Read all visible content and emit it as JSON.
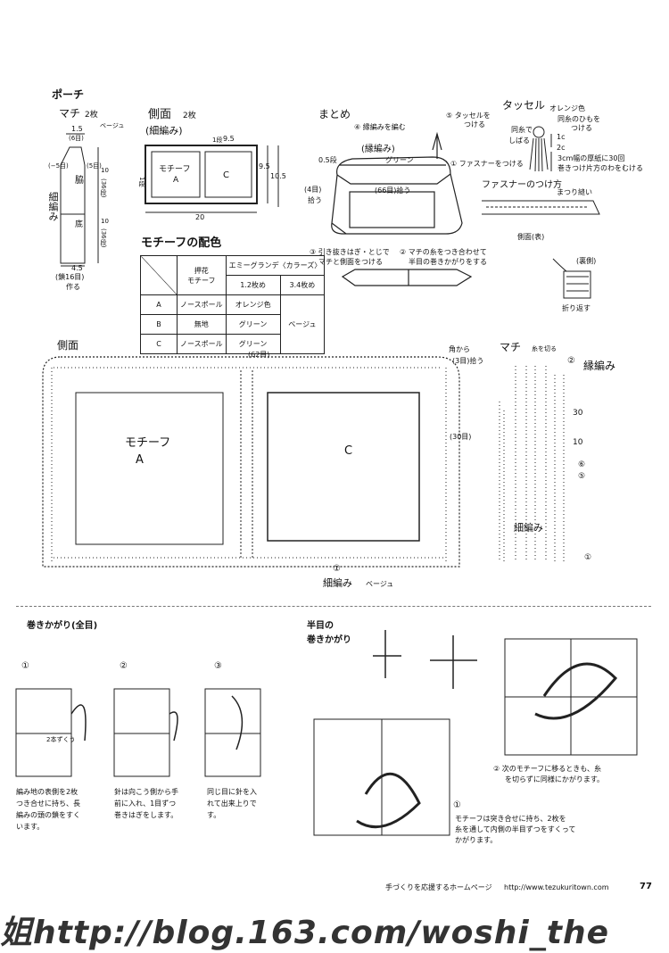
{
  "pouch": {
    "title": "ポーチ"
  },
  "gusset_small": {
    "title": "マチ",
    "count": "2枚",
    "color": "ベージュ",
    "dim_top": "1.5",
    "dim_top2": "(6目)",
    "dim_left": "(−5目)",
    "dim_right": "(5目)",
    "label1": "脇",
    "label2": "底",
    "side_label": "細編み",
    "dim_r1": "10",
    "dim_r1b": "(36段)",
    "dim_r2": "10",
    "dim_r2b": "(36段)",
    "dim_bottom": "4.5",
    "dim_bottom2": "(鎖16目)",
    "dim_bottom3": "作る"
  },
  "side_small": {
    "title": "側面",
    "count": "2枚",
    "sub": "(細編み)",
    "w1": "9.5",
    "h1": "9.5",
    "h2": "10.5",
    "motif_a": "モチーフ",
    "motif_a2": "A",
    "motif_c": "C",
    "w_total": "20",
    "r1": "1段",
    "r2": "1段"
  },
  "colors": {
    "title": "モチーフの配色",
    "head_a": "押花",
    "head_b": "モチーフ",
    "head_c": "エミーグランデ〈カラーズ〉",
    "head_c1": "1.2枚め",
    "head_c2": "3.4枚め",
    "rows": [
      {
        "k": "A",
        "v1": "ノースポール",
        "v2": "オレンジ色",
        "v3": ""
      },
      {
        "k": "B",
        "v1": "無地",
        "v2": "グリーン",
        "v3": "ベージュ"
      },
      {
        "k": "C",
        "v1": "ノースポール",
        "v2": "グリーン",
        "v3": ""
      }
    ]
  },
  "assembly": {
    "title": "まとめ",
    "n4": "④ 縁編みを編む",
    "n5": "⑤ タッセルを",
    "n5b": "つける",
    "fuchi": "(縁編み)",
    "green": "グリーン",
    "n1": "① ファスナーをつける",
    "d05": "0.5段",
    "d4": "(4目)",
    "d4b": "拾う",
    "d66": "(66目)拾う",
    "n3": "③ 引き抜きはぎ・とじで",
    "n3b": "マチと側面をつける",
    "n2": "② マチの糸をつき合わせて",
    "n2b": "半目の巻きかがりをする"
  },
  "tassel": {
    "title": "タッセル",
    "color": "オレンジ色",
    "l1": "同糸のひもを",
    "l1b": "つける",
    "l2": "同糸で",
    "l2b": "しばる",
    "d1": "1c",
    "d2": "2c",
    "l3": "3cm幅の厚紙に30回",
    "l3b": "巻きつけ片方のわをむける"
  },
  "zipper": {
    "title": "ファスナーのつけ方",
    "l1": "まつり縫い",
    "l2": "側面(表)",
    "l3": "(裏側)",
    "l4": "折り返す"
  },
  "side_big": {
    "title": "側面",
    "top": "(62目)",
    "corner": "角から",
    "corner2": "(3目)拾う",
    "right": "(30目)",
    "motif": "モチーフ",
    "motif2": "A",
    "c": "C",
    "n1": "①",
    "bottom": "細編み",
    "bottom_color": "ベージュ"
  },
  "gusset_big": {
    "title": "マチ",
    "cut": "糸を切る",
    "n2": "②",
    "fuchi": "縁編み",
    "r30": "30",
    "r10": "10",
    "r6": "⑥",
    "r5": "⑤",
    "r1": "①",
    "saihen": "細編み"
  },
  "whip": {
    "title": "巻きかがり(全目)",
    "s1": "①",
    "s2": "②",
    "s3": "③",
    "t1": "編み地の表側を2枚",
    "t1b": "つき合せに持ち、長",
    "t1c": "編みの頭の鎖をすく",
    "t1d": "います。",
    "t2": "針は向こう側から手",
    "t2b": "前に入れ、1目ずつ",
    "t2c": "巻きはぎをします。",
    "t3": "同じ目に針を入",
    "t3b": "れて出来上りで",
    "t3c": "す。",
    "note": "2本ずくう"
  },
  "half": {
    "title": "半目の",
    "title2": "巻きかがり",
    "c1": "①",
    "c1a": "モチーフは突き合せに持ち、2枚を",
    "c1b": "糸を通して内側の半目ずつをすくって",
    "c1c": "かがります。",
    "c2": "② 次のモチーフに移るときも、糸",
    "c2b": "を切らずに同様にかがります。"
  },
  "footer": {
    "text": "手づくりを応援するホームページ",
    "url": "http://www.tezukuritown.com",
    "page": "77"
  },
  "watermark": {
    "text": "姐http://blog.163.com/woshi_the"
  }
}
